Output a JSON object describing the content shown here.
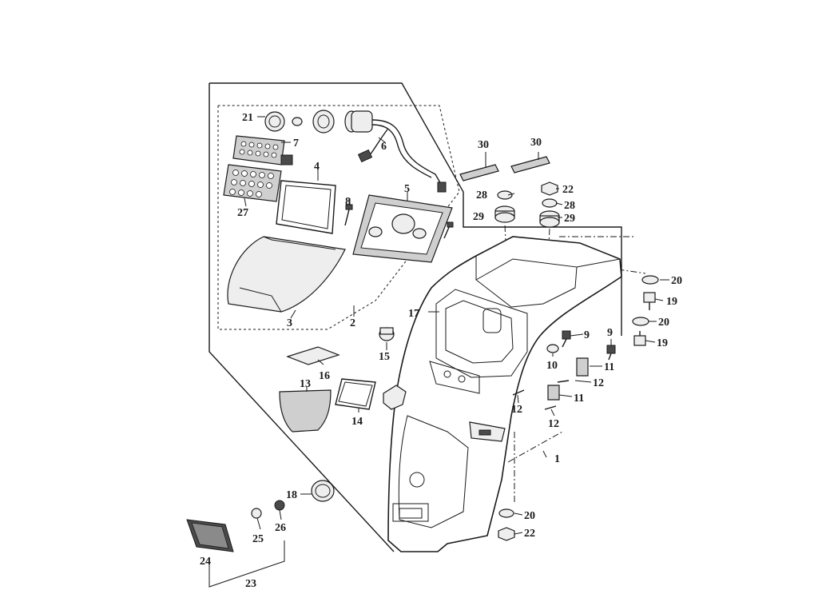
{
  "diagram": {
    "type": "exploded-parts-diagram",
    "accent_color": "#1a1a1a",
    "background_color": "#ffffff",
    "parts": {
      "p1": "1",
      "p2": "2",
      "p3": "3",
      "p4": "4",
      "p5": "5",
      "p6": "6",
      "p7": "7",
      "p8": "8",
      "p9": "9",
      "p10": "10",
      "p11": "11",
      "p12": "12",
      "p13": "13",
      "p14": "14",
      "p15": "15",
      "p16": "16",
      "p17": "17",
      "p18": "18",
      "p19": "19",
      "p20": "20",
      "p21": "21",
      "p22": "22",
      "p23": "23",
      "p24": "24",
      "p25": "25",
      "p26": "26",
      "p27": "27",
      "p28": "28",
      "p29": "29",
      "p30": "30"
    }
  }
}
